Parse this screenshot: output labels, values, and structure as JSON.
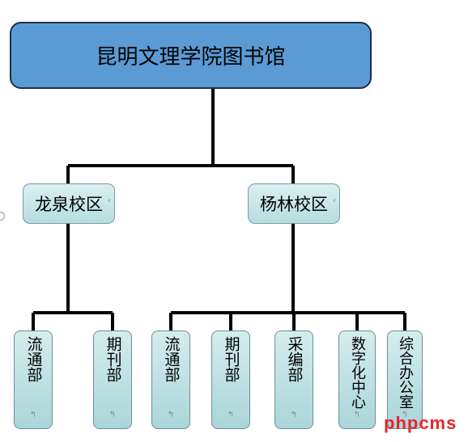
{
  "root": {
    "label": "昆明文理学院图书馆"
  },
  "campuses": [
    {
      "label": "龙泉校区",
      "departments": [
        "流通部",
        "期刊部"
      ]
    },
    {
      "label": "杨林校区",
      "departments": [
        "流通部",
        "期刊部",
        "采编部",
        "数字化中心",
        "综合办公室"
      ]
    }
  ],
  "watermark": "phpcms",
  "colors": {
    "root_fill": "#5b9bd5",
    "node_fill": "#bfe3e6",
    "line": "#000000",
    "watermark": "#e8262e"
  }
}
